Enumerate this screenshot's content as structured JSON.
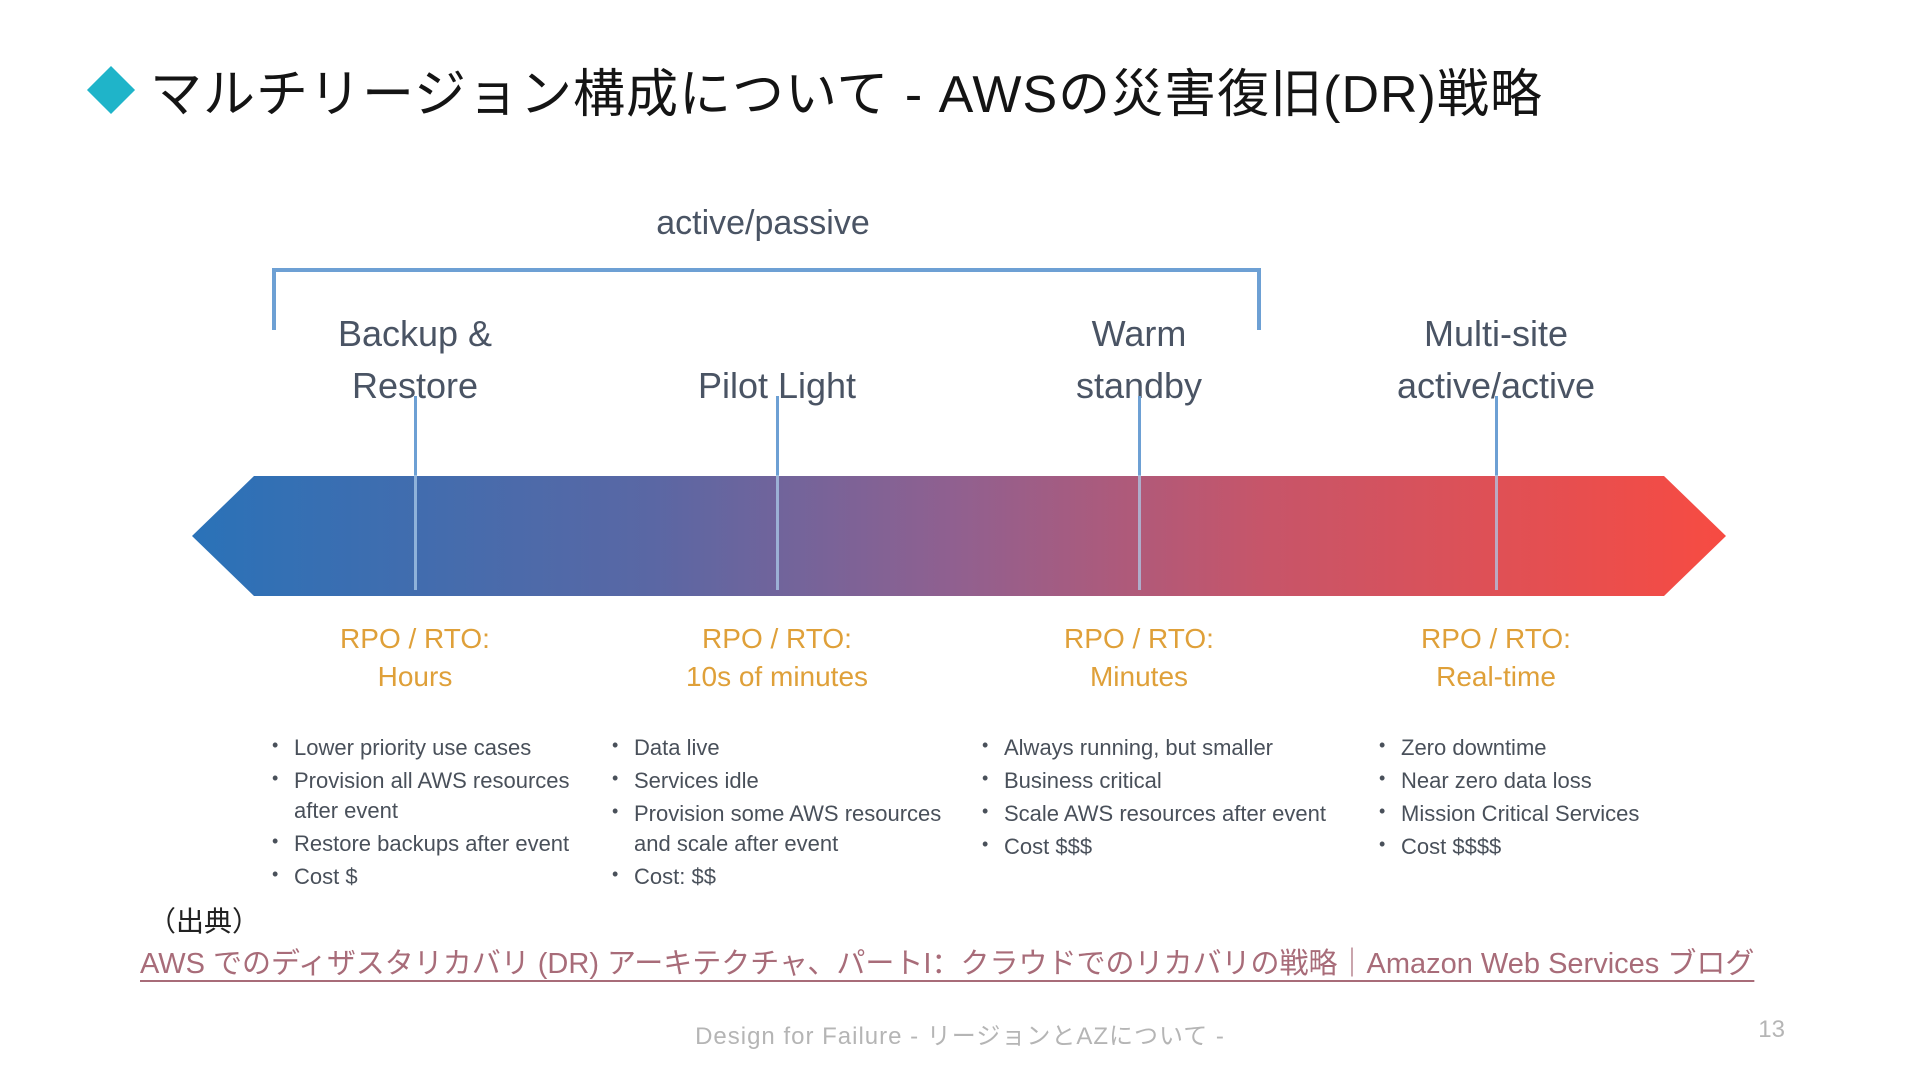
{
  "title": {
    "text": "マルチリージョン構成について - AWSの災害復旧(DR)戦略"
  },
  "diagram": {
    "bracket_label": "active/passive",
    "arrow": {
      "direction": "double-headed",
      "gradient_start_color": "#2a72b8",
      "gradient_mid_color": "#91608f",
      "gradient_end_color": "#f74b42"
    },
    "columns": [
      {
        "label": "Backup &\nRestore",
        "rpo": "RPO / RTO:\nHours",
        "bullets": [
          "Lower priority use cases",
          "Provision all AWS resources after event",
          "Restore backups after event",
          "Cost $"
        ]
      },
      {
        "label": "Pilot Light",
        "rpo": "RPO / RTO:\n10s of minutes",
        "bullets": [
          "Data live",
          "Services idle",
          "Provision some AWS resources and scale after event",
          "Cost: $$"
        ]
      },
      {
        "label": "Warm\nstandby",
        "rpo": "RPO / RTO:\nMinutes",
        "bullets": [
          "Always running, but smaller",
          "Business critical",
          "Scale AWS resources after event",
          "Cost $$$"
        ]
      },
      {
        "label": "Multi-site\nactive/active",
        "rpo": "RPO / RTO:\nReal-time",
        "bullets": [
          "Zero downtime",
          "Near zero data loss",
          "Mission Critical Services",
          "Cost $$$$"
        ]
      }
    ]
  },
  "source": {
    "prefix": "（出典）",
    "link_text": "AWS でのディザスタリカバリ (DR) アーキテクチャ、パートI：クラウドでのリカバリの戦略｜Amazon Web Services ブログ"
  },
  "footer": {
    "text": "Design for Failure - リージョンとAZについて -",
    "page_number": "13"
  },
  "colors": {
    "diamond_bullet": "#1fb4c9",
    "bracket_and_connectors": "#6da0d4",
    "strategy_label_text": "#4a5464",
    "rpo_text": "#dfa039",
    "bullet_text": "#49505a",
    "link_text": "#a86c79",
    "footer_text": "#b5b5b5"
  }
}
